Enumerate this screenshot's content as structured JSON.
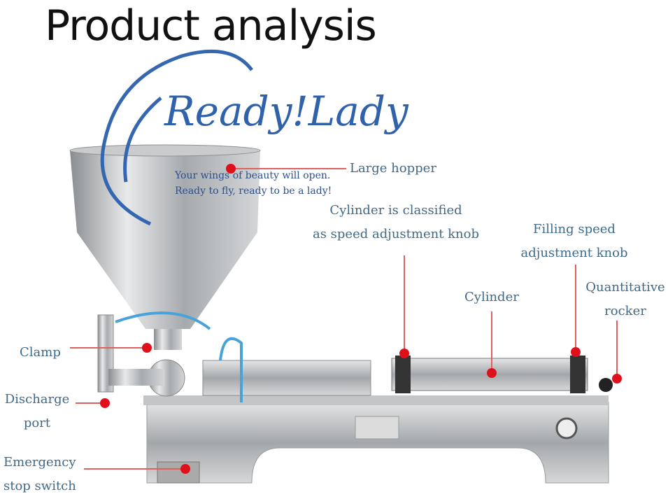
{
  "title": "Product analysis",
  "watermark": {
    "name": "Ready!Lady",
    "tagline1": "Your wings of beauty will open.",
    "tagline2": "Ready to fly, ready to be a lady!"
  },
  "labels": {
    "large_hopper": "Large hopper",
    "cyl_speed_1": "Cylinder is classified",
    "cyl_speed_2": "as speed adjustment knob",
    "filling_1": "Filling speed",
    "filling_2": "adjustment knob",
    "cylinder": "Cylinder",
    "quant_1": "Quantitative",
    "quant_2": "rocker",
    "clamp": "Clamp",
    "discharge_1": "Discharge",
    "discharge_2": "port",
    "estop_1": "Emergency",
    "estop_2": "stop switch"
  },
  "colors": {
    "marker": "#e0101a",
    "label": "#3f6a8a",
    "watermark": "#2f62ab"
  }
}
